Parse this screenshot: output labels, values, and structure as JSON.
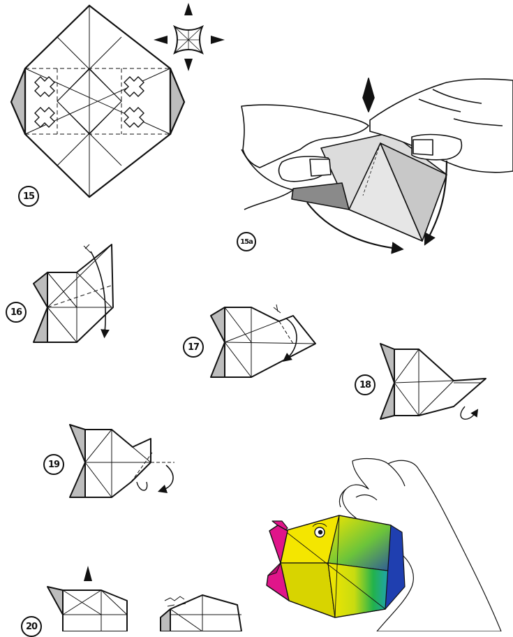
{
  "steps": {
    "s15": "15",
    "s15a": "15a",
    "s16": "16",
    "s17": "17",
    "s18": "18",
    "s19": "19",
    "s20": "20"
  },
  "colors": {
    "ink": "#111111",
    "shade": "#bdbdbd",
    "fish_magenta": "#e0158a",
    "fish_yellow": "#f4e600",
    "fish_green": "#22b24c",
    "fish_blue": "#1f3fb0"
  }
}
